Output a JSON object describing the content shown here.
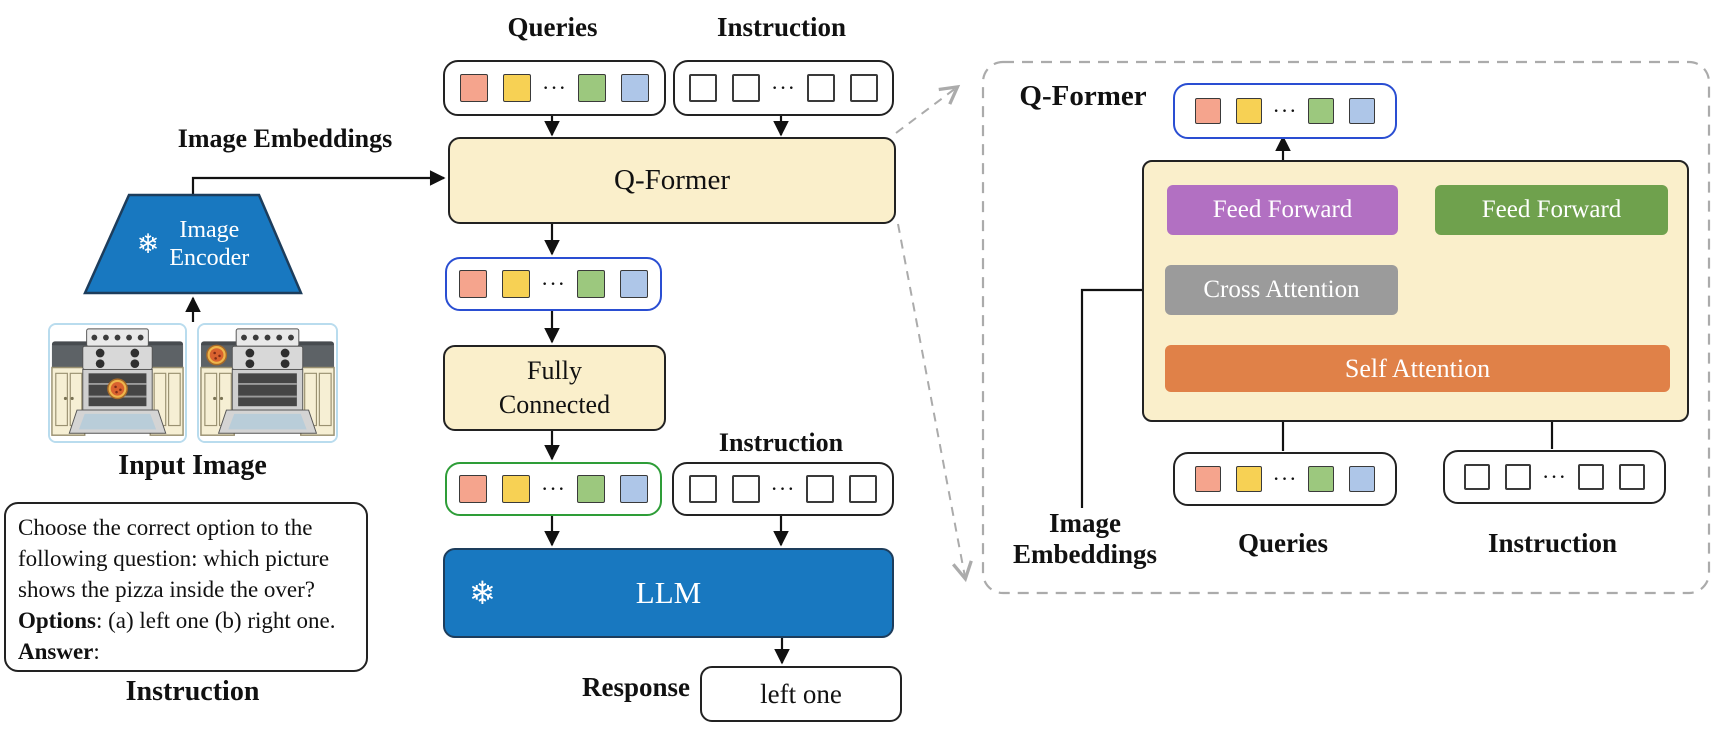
{
  "colors": {
    "cream": "#FAEFCB",
    "blue": "#1878C0",
    "blueborder": "#2A4ED2",
    "greenborder": "#2E9D38",
    "purple": "#B270C2",
    "grayatt": "#9B9B9B",
    "orange": "#E08148",
    "greenff": "#6FA14D",
    "dash": "#ABABAB"
  },
  "tokens": {
    "dots": "···",
    "colors": [
      "#F5A48D",
      "#F7D154",
      "#9CC87E",
      "#AEC6E8"
    ]
  },
  "top": {
    "queries_label": "Queries",
    "instruction_label": "Instruction"
  },
  "left": {
    "image_embeddings_label": "Image Embeddings",
    "snowflake": "❄",
    "image_encoder_line1": "Image",
    "image_encoder_line2": "Encoder",
    "input_image_label": "Input Image",
    "instruction_text": "Choose the correct option to the following question: which picture shows the pizza inside the over?",
    "options_label": "Options",
    "options_text": ": (a) left one (b) right one.",
    "answer_label": "Answer",
    "answer_text": ":",
    "instruction_caption": "Instruction"
  },
  "middle": {
    "qformer_label": "Q-Former",
    "fully_connected_label": "Fully Connected",
    "instruction_label": "Instruction",
    "llm_snowflake": "❄",
    "llm_label": "LLM",
    "response_label": "Response",
    "response_value": "left one"
  },
  "panel": {
    "title": "Q-Former",
    "feed_forward_left": "Feed Forward",
    "feed_forward_right": "Feed Forward",
    "cross_attention": "Cross Attention",
    "self_attention": "Self Attention",
    "image_embeddings_line1": "Image",
    "image_embeddings_line2": "Embeddings",
    "queries_label": "Queries",
    "instruction_label": "Instruction"
  }
}
